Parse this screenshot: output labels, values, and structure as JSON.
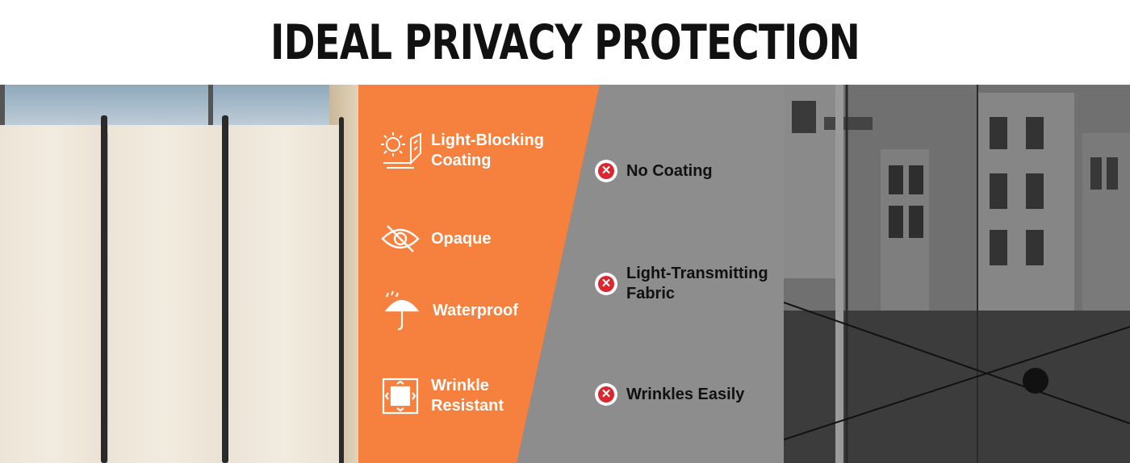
{
  "header": {
    "title": "IDEAL PRIVACY PROTECTION"
  },
  "features": [
    {
      "icon": "sun-light-blocking-icon",
      "label": "Light-Blocking\nCoating"
    },
    {
      "icon": "eye-crossed-icon",
      "label": "Opaque"
    },
    {
      "icon": "umbrella-rain-icon",
      "label": "Waterproof"
    },
    {
      "icon": "wrinkle-resistant-icon",
      "label": "Wrinkle\nResistant"
    }
  ],
  "drawbacks": [
    {
      "icon": "red-x-icon",
      "label": "No Coating"
    },
    {
      "icon": "red-x-icon",
      "label": "Light-Transmitting\nFabric"
    },
    {
      "icon": "red-x-icon",
      "label": "Wrinkles Easily"
    }
  ],
  "colors": {
    "accent": "#f6803d",
    "gray": "#8d8d8d",
    "negative": "#d9262f"
  }
}
